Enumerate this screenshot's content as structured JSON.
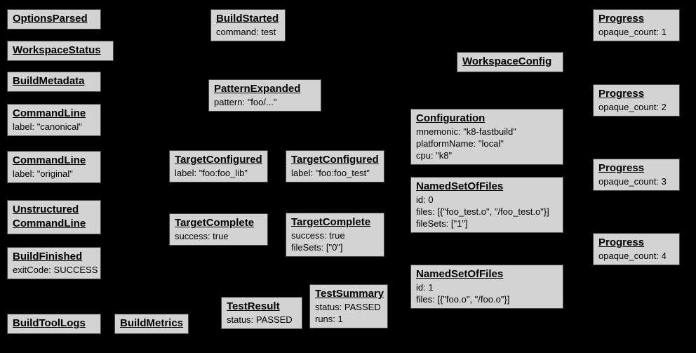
{
  "colors": {
    "background": "#000000",
    "node_fill": "#d3d3d3",
    "node_border": "#474747",
    "text": "#000000"
  },
  "nodes": {
    "options_parsed": {
      "title": "OptionsParsed",
      "lines": []
    },
    "workspace_status": {
      "title": "WorkspaceStatus",
      "lines": []
    },
    "build_metadata": {
      "title": "BuildMetadata",
      "lines": []
    },
    "command_line_canonical": {
      "title": "CommandLine",
      "lines": [
        "label: \"canonical\""
      ]
    },
    "command_line_original": {
      "title": "CommandLine",
      "lines": [
        "label: \"original\""
      ]
    },
    "unstructured_command_line": {
      "title": "Unstructured CommandLine",
      "lines": []
    },
    "build_finished": {
      "title": "BuildFinished",
      "lines": [
        "exitCode: SUCCESS"
      ]
    },
    "build_tool_logs": {
      "title": "BuildToolLogs",
      "lines": []
    },
    "build_metrics": {
      "title": "BuildMetrics",
      "lines": []
    },
    "build_started": {
      "title": "BuildStarted",
      "lines": [
        "command: test"
      ]
    },
    "pattern_expanded": {
      "title": "PatternExpanded",
      "lines": [
        "pattern: \"foo/...\""
      ]
    },
    "target_configured_lib": {
      "title": "TargetConfigured",
      "lines": [
        "label: \"foo:foo_lib\""
      ]
    },
    "target_configured_test": {
      "title": "TargetConfigured",
      "lines": [
        "label: \"foo:foo_test\""
      ]
    },
    "target_complete_lib": {
      "title": "TargetComplete",
      "lines": [
        "success: true"
      ]
    },
    "target_complete_test": {
      "title": "TargetComplete",
      "lines": [
        "success: true",
        "fileSets: [\"0\"]"
      ]
    },
    "test_result": {
      "title": "TestResult",
      "lines": [
        "status: PASSED"
      ]
    },
    "test_summary": {
      "title": "TestSummary",
      "lines": [
        "status: PASSED",
        "runs: 1"
      ]
    },
    "workspace_config": {
      "title": "WorkspaceConfig",
      "lines": []
    },
    "configuration": {
      "title": "Configuration",
      "lines": [
        "mnemonic: \"k8-fastbuild\"",
        "platformName: \"local\"",
        "cpu: \"k8\""
      ]
    },
    "named_set_of_files_0": {
      "title": "NamedSetOfFiles",
      "lines": [
        "id: 0",
        "files: [{\"foo_test.o\", \"/foo_test.o\"}]",
        "fileSets: [\"1\"]"
      ]
    },
    "named_set_of_files_1": {
      "title": "NamedSetOfFiles",
      "lines": [
        "id: 1",
        "files: [{\"foo.o\", \"/foo.o\"}]"
      ]
    },
    "progress_1": {
      "title": "Progress",
      "lines": [
        "opaque_count: 1"
      ]
    },
    "progress_2": {
      "title": "Progress",
      "lines": [
        "opaque_count: 2"
      ]
    },
    "progress_3": {
      "title": "Progress",
      "lines": [
        "opaque_count: 3"
      ]
    },
    "progress_4": {
      "title": "Progress",
      "lines": [
        "opaque_count: 4"
      ]
    }
  }
}
